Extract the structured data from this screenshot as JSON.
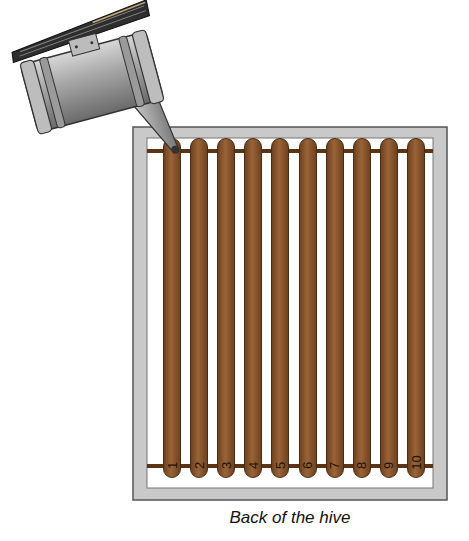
{
  "diagram": {
    "caption": "Back of the hive",
    "nodes": [
      {
        "text": [
          "1"
        ]
      },
      {
        "text": [
          "2"
        ]
      },
      {
        "text": [
          "3"
        ]
      },
      {
        "text": [
          "4"
        ]
      },
      {
        "text": [
          "5"
        ]
      },
      {
        "text": [
          "6"
        ]
      },
      {
        "text": [
          "7"
        ]
      },
      {
        "text": [
          "8"
        ]
      },
      {
        "text": [
          "9"
        ]
      },
      {
        "text": [
          "10"
        ]
      }
    ]
  }
}
